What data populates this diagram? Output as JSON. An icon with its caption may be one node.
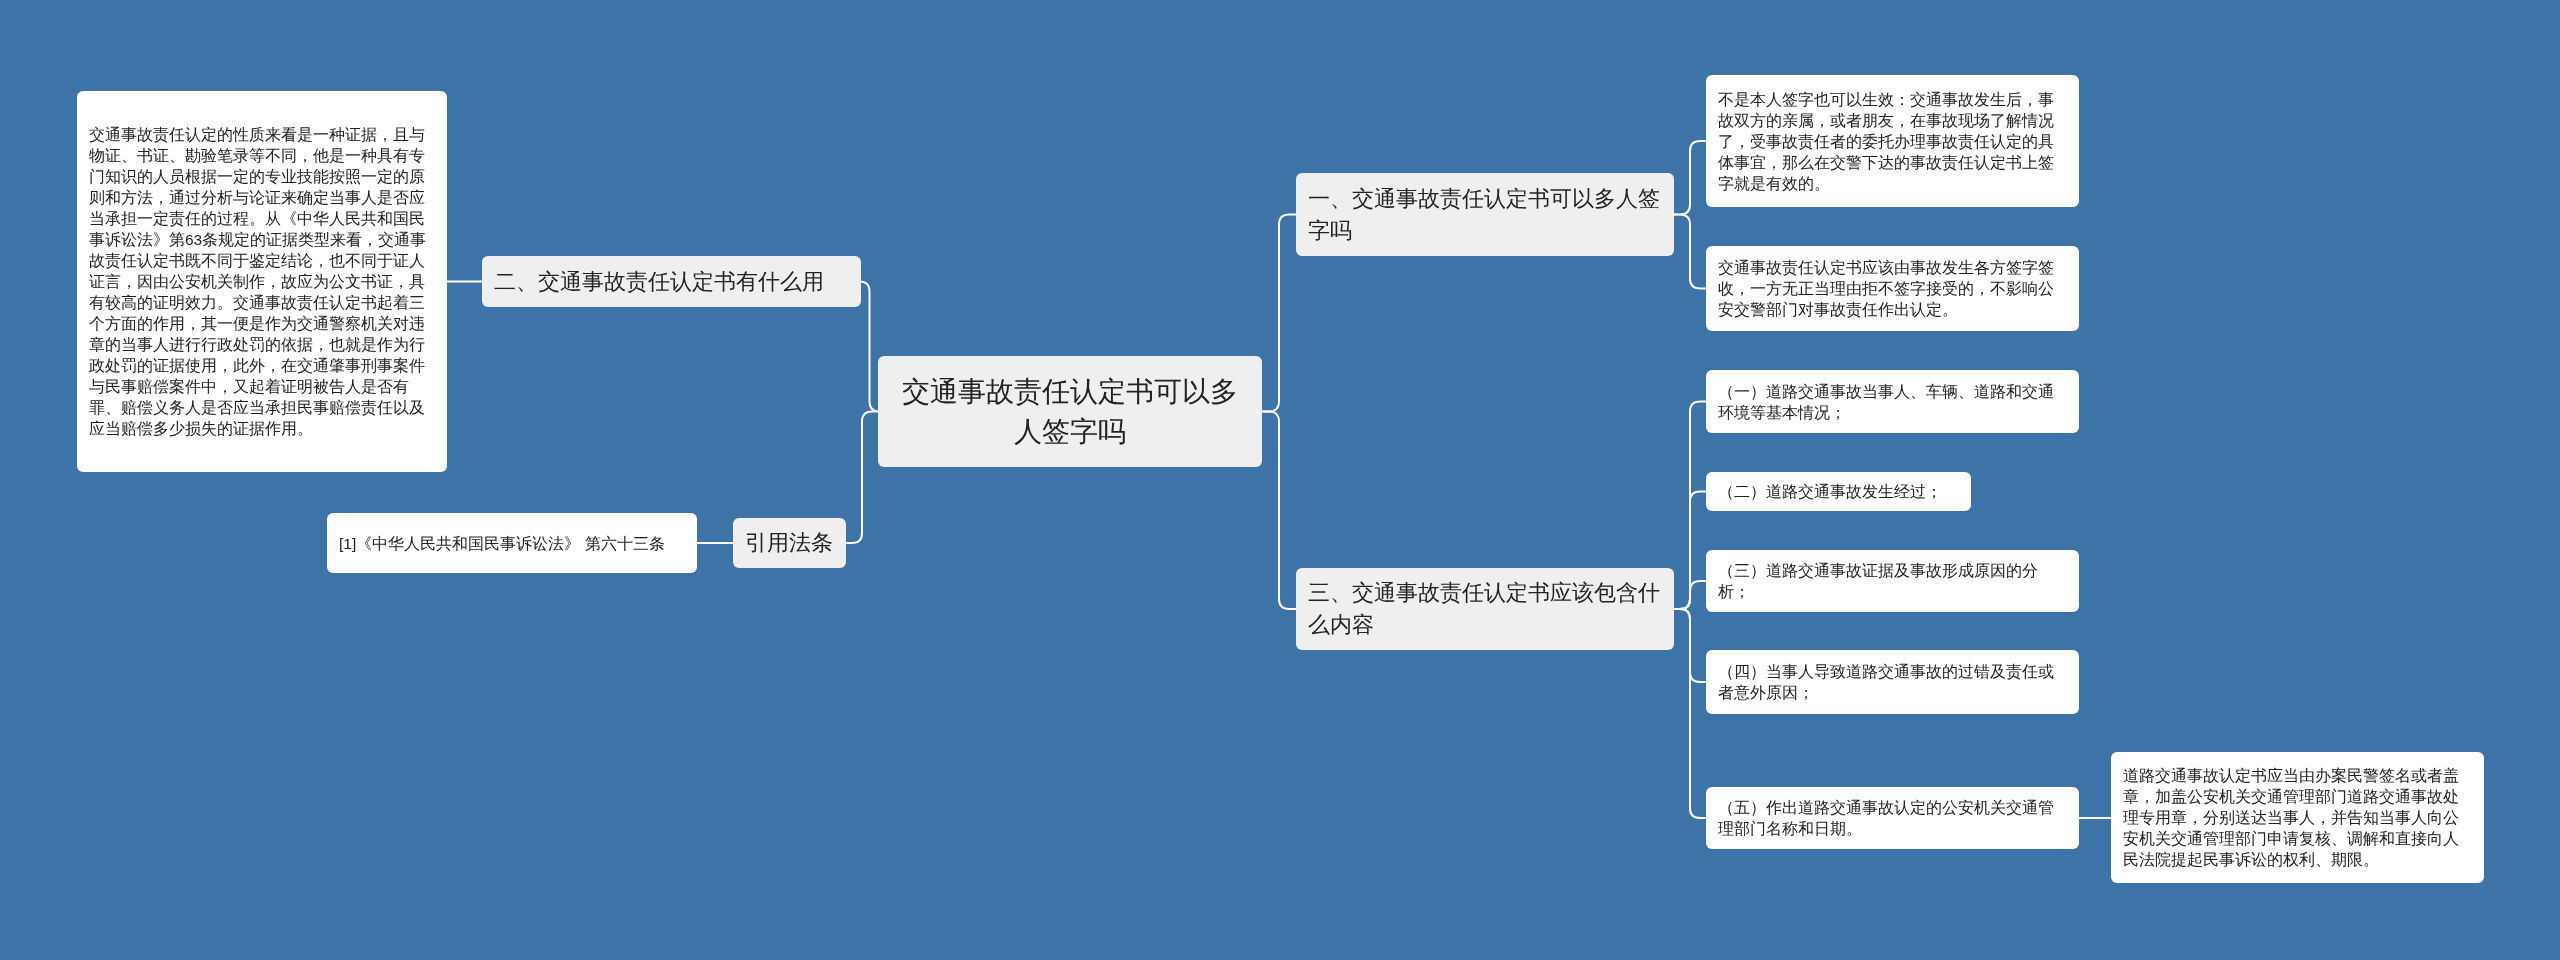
{
  "diagram": {
    "nodes": [
      {
        "text": [
          "交通事故责任认定书可以多人签字吗"
        ]
      },
      {
        "text": [
          "一、交通事故责任认定书可以多人签字吗"
        ]
      },
      {
        "text": [
          "不是本人签字也可以生效：交通事故发生后，事故双方的亲属，或者朋友，在事故现场了解情况了，受事故责任者的委托办理事故责任认定的具体事宜，那么在交警下达的事故责任认定书上签字就是有效的。"
        ]
      },
      {
        "text": [
          "交通事故责任认定书应该由事故发生各方签字签收，一方无正当理由拒不签字接受的，不影响公安交警部门对事故责任作出认定。"
        ]
      },
      {
        "text": [
          "三、交通事故责任认定书应该包含什么内容"
        ]
      },
      {
        "text": [
          "（一）道路交通事故当事人、车辆、道路和交通环境等基本情况；"
        ]
      },
      {
        "text": [
          "（二）道路交通事故发生经过；"
        ]
      },
      {
        "text": [
          "（三）道路交通事故证据及事故形成原因的分析；"
        ]
      },
      {
        "text": [
          "（四）当事人导致道路交通事故的过错及责任或者意外原因；"
        ]
      },
      {
        "text": [
          "（五）作出道路交通事故认定的公安机关交通管理部门名称和日期。"
        ]
      },
      {
        "text": [
          "道路交通事故认定书应当由办案民警签名或者盖章，加盖公安机关交通管理部门道路交通事故处理专用章，分别送达当事人，并告知当事人向公安机关交通管理部门申请复核、调解和直接向人民法院提起民事诉讼的权利、期限。"
        ]
      },
      {
        "text": [
          "二、交通事故责任认定书有什么用"
        ]
      },
      {
        "text": [
          "交通事故责任认定的性质来看是一种证据，且与物证、书证、勘验笔录等不同，他是一种具有专门知识的人员根据一定的专业技能按照一定的原则和方法，通过分析与论证来确定当事人是否应当承担一定责任的过程。从《中华人民共和国民事诉讼法》第63条规定的证据类型来看，交通事故责任认定书既不同于鉴定结论，也不同于证人证言，因由公安机关制作，故应为公文书证，具有较高的证明效力。交通事故责任认定书起着三个方面的作用，其一便是作为交通警察机关对违章的当事人进行行政处罚的依据，也就是作为行政处罚的证据使用，此外，在交通肇事刑事案件与民事赔偿案件中，又起着证明被告人是否有罪、赔偿义务人是否应当承担民事赔偿责任以及应当赔偿多少损失的证据作用。"
        ]
      },
      {
        "text": [
          "引用法条"
        ]
      },
      {
        "text": [
          "[1]《中华人民共和国民事诉讼法》 第六十三条"
        ]
      }
    ],
    "edges": [
      {
        "from": 0,
        "to": 1,
        "arrow": "none"
      },
      {
        "from": 1,
        "to": 2,
        "arrow": "none"
      },
      {
        "from": 1,
        "to": 3,
        "arrow": "none"
      },
      {
        "from": 0,
        "to": 4,
        "arrow": "none"
      },
      {
        "from": 4,
        "to": 5,
        "arrow": "none"
      },
      {
        "from": 4,
        "to": 6,
        "arrow": "none"
      },
      {
        "from": 4,
        "to": 7,
        "arrow": "none"
      },
      {
        "from": 4,
        "to": 8,
        "arrow": "none"
      },
      {
        "from": 4,
        "to": 9,
        "arrow": "none"
      },
      {
        "from": 9,
        "to": 10,
        "arrow": "none"
      },
      {
        "from": 0,
        "to": 11,
        "arrow": "none"
      },
      {
        "from": 11,
        "to": 12,
        "arrow": "none"
      },
      {
        "from": 0,
        "to": 13,
        "arrow": "none"
      },
      {
        "from": 13,
        "to": 14,
        "arrow": "none"
      }
    ]
  }
}
